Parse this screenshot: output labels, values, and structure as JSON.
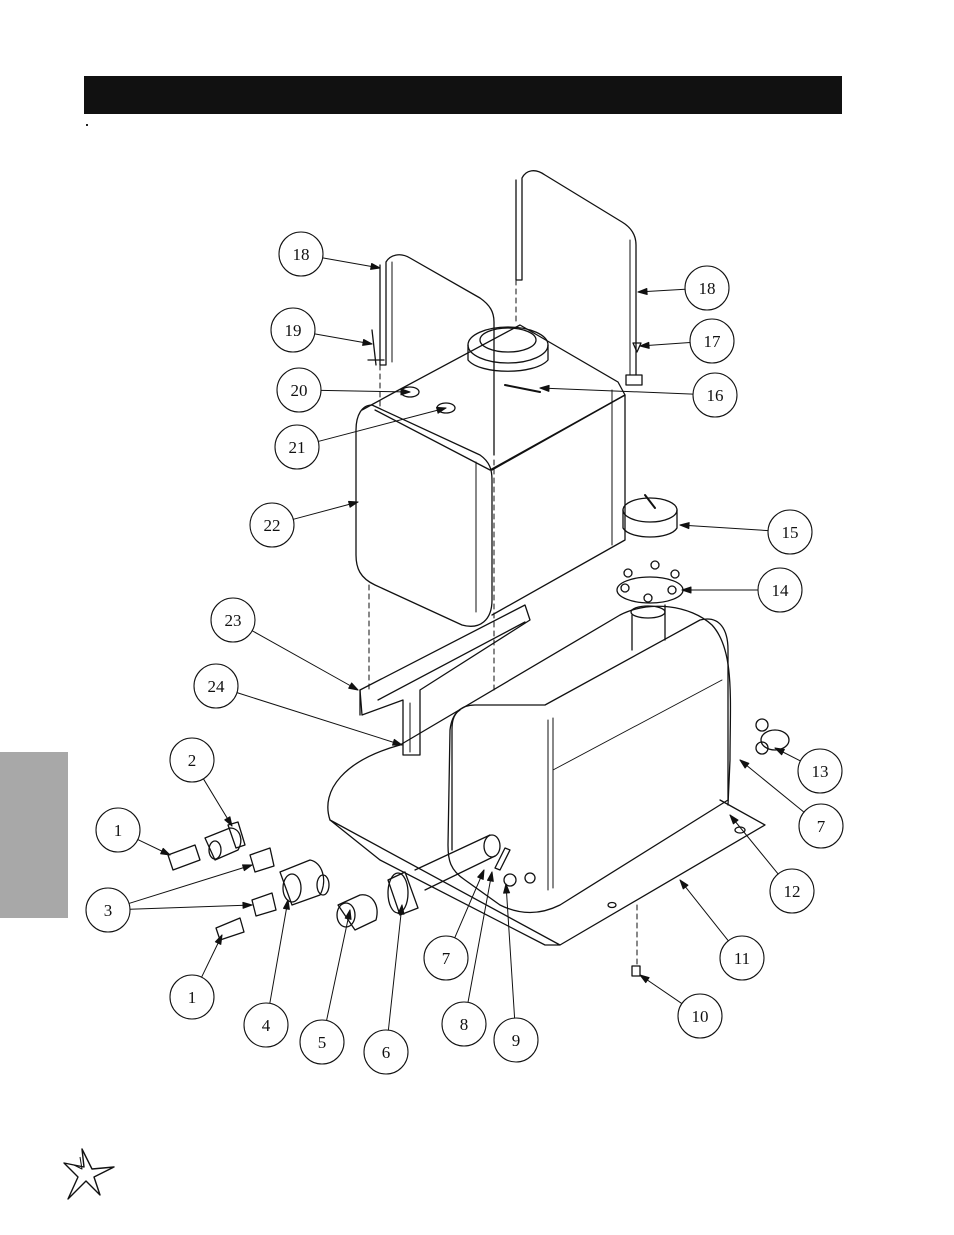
{
  "header": {
    "title": ""
  },
  "callouts": [
    "1",
    "2",
    "3",
    "4",
    "5",
    "6",
    "7",
    "8",
    "9",
    "10",
    "11",
    "12",
    "13",
    "14",
    "15",
    "16",
    "17",
    "18",
    "19",
    "20",
    "21",
    "22",
    "23",
    "24"
  ],
  "colors": {
    "header_bar": "#111111",
    "side_tab": "#a8a8a8",
    "line": "#111111"
  },
  "logo": {
    "icon": "star-burst-logo-icon"
  }
}
